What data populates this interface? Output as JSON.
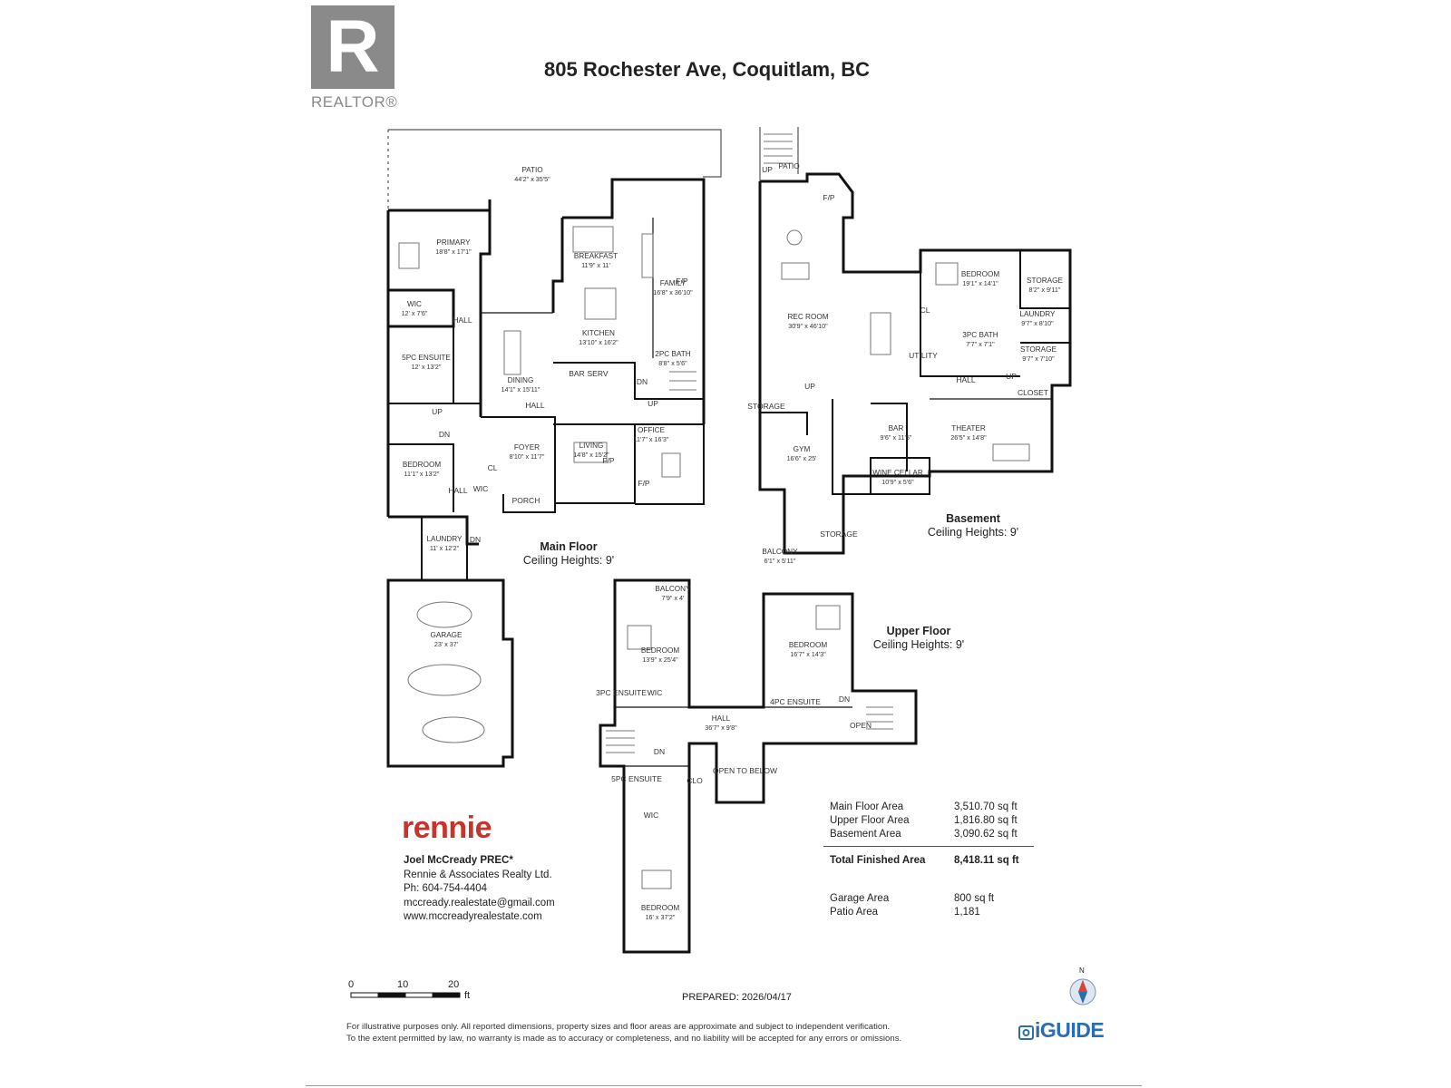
{
  "header": {
    "logo_letter": "R",
    "logo_word": "REALTOR®",
    "title": "805 Rochester Ave, Coquitlam, BC"
  },
  "main_floor": {
    "label": "Main Floor",
    "ceiling": "Ceiling Heights: 9'",
    "rooms": [
      {
        "name": "PATIO",
        "dims": "44'2\" x 35'5\""
      },
      {
        "name": "PRIMARY",
        "dims": "18'8\" x 17'1\""
      },
      {
        "name": "WIC",
        "dims": "12' x 7'6\""
      },
      {
        "name": "5PC ENSUITE",
        "dims": "12' x 13'2\""
      },
      {
        "name": "BREAKFAST",
        "dims": "11'9\" x 11'"
      },
      {
        "name": "FAMILY",
        "dims": "16'8\" x 36'10\""
      },
      {
        "name": "KITCHEN",
        "dims": "13'10\" x 16'2\""
      },
      {
        "name": "DINING",
        "dims": "14'1\" x 15'11\""
      },
      {
        "name": "2PC BATH",
        "dims": "8'8\" x 5'6\""
      },
      {
        "name": "FOYER",
        "dims": "8'10\" x 11'7\""
      },
      {
        "name": "LIVING",
        "dims": "14'8\" x 15'2\""
      },
      {
        "name": "OFFICE",
        "dims": "11'7\" x 16'3\""
      },
      {
        "name": "BEDROOM",
        "dims": "11'1\" x 13'2\""
      },
      {
        "name": "LAUNDRY",
        "dims": "11' x 12'2\""
      },
      {
        "name": "GARAGE",
        "dims": "23' x 37'"
      }
    ],
    "labels": [
      "HALL",
      "HALL",
      "HALL",
      "UP",
      "DN",
      "DN",
      "UP",
      "DN",
      "PORCH",
      "F/P",
      "F/P",
      "F/P",
      "CL",
      "BAR",
      "SERV",
      "WIC"
    ]
  },
  "basement": {
    "label": "Basement",
    "ceiling": "Ceiling Heights: 9'",
    "rooms": [
      {
        "name": "PATIO",
        "dims": ""
      },
      {
        "name": "REC ROOM",
        "dims": "30'9\" x 46'10\""
      },
      {
        "name": "BEDROOM",
        "dims": "19'1\" x 14'1\""
      },
      {
        "name": "STORAGE",
        "dims": "8'2\" x 9'11\""
      },
      {
        "name": "LAUNDRY",
        "dims": "9'7\" x 8'10\""
      },
      {
        "name": "3PC BATH",
        "dims": "7'7\" x 7'1\""
      },
      {
        "name": "STORAGE",
        "dims": "9'7\" x 7'10\""
      },
      {
        "name": "GYM",
        "dims": "16'6\" x 25'"
      },
      {
        "name": "BAR",
        "dims": "9'6\" x 11'5\""
      },
      {
        "name": "THEATER",
        "dims": "26'5\" x 14'8\""
      },
      {
        "name": "WINE CELLAR",
        "dims": "10'9\" x 5'6\""
      }
    ],
    "labels": [
      "UP",
      "F/P",
      "HALL",
      "UP",
      "UP",
      "STORAGE",
      "CL",
      "CLOSET",
      "UTILITY",
      "STORAGE"
    ]
  },
  "upper_floor": {
    "label": "Upper Floor",
    "ceiling": "Ceiling Heights: 9'",
    "rooms": [
      {
        "name": "BALCONY",
        "dims": "7'9\" x 4'"
      },
      {
        "name": "BEDROOM",
        "dims": "13'9\" x 25'4\""
      },
      {
        "name": "BALCONY",
        "dims": "6'1\" x 5'11\""
      },
      {
        "name": "BEDROOM",
        "dims": "16'7\" x 14'3\""
      },
      {
        "name": "HALL",
        "dims": "36'7\" x 9'8\""
      },
      {
        "name": "BEDROOM",
        "dims": "16' x 37'2\""
      }
    ],
    "labels": [
      "DN",
      "DN",
      "OPEN",
      "CLO",
      "OPEN TO BELOW",
      "WIC",
      "3PC ENSUITE",
      "4PC ENSUITE",
      "5PC ENSUITE",
      "WIC"
    ]
  },
  "areas": [
    {
      "label": "Main Floor Area",
      "value": "3,510.70 sq ft"
    },
    {
      "label": "Upper Floor Area",
      "value": "1,816.80 sq ft"
    },
    {
      "label": "Basement Area",
      "value": "3,090.62 sq ft"
    }
  ],
  "total_area": {
    "label": "Total Finished Area",
    "value": "8,418.11 sq ft"
  },
  "other_areas": [
    {
      "label": "Garage Area",
      "value": "800 sq ft"
    },
    {
      "label": "Patio Area",
      "value": "1,181"
    }
  ],
  "brand": "rennie",
  "agent": {
    "name": "Joel McCready PREC*",
    "company": "Rennie & Associates Realty Ltd.",
    "phone": "Ph: 604-754-4404",
    "email": "mccready.realestate@gmail.com",
    "website": "www.mccreadyrealestate.com"
  },
  "scale": {
    "t0": "0",
    "t1": "10",
    "t2": "20",
    "unit": "ft"
  },
  "north": "N",
  "prepared": "PREPARED: 2026/04/17",
  "disclaimer": [
    "For illustrative purposes only. All reported dimensions, property sizes and floor areas are approximate and subject to independent verification.",
    "To the extent permitted by law, no warranty is made as to accuracy or completeness, and no liability will be accepted for any errors or omissions."
  ],
  "iguide": "iGUIDE",
  "colors": {
    "wall": "#111111",
    "brand_red": "#c8332c",
    "iguide_blue": "#2b6db0",
    "logo_gray": "#8a8a8a"
  }
}
